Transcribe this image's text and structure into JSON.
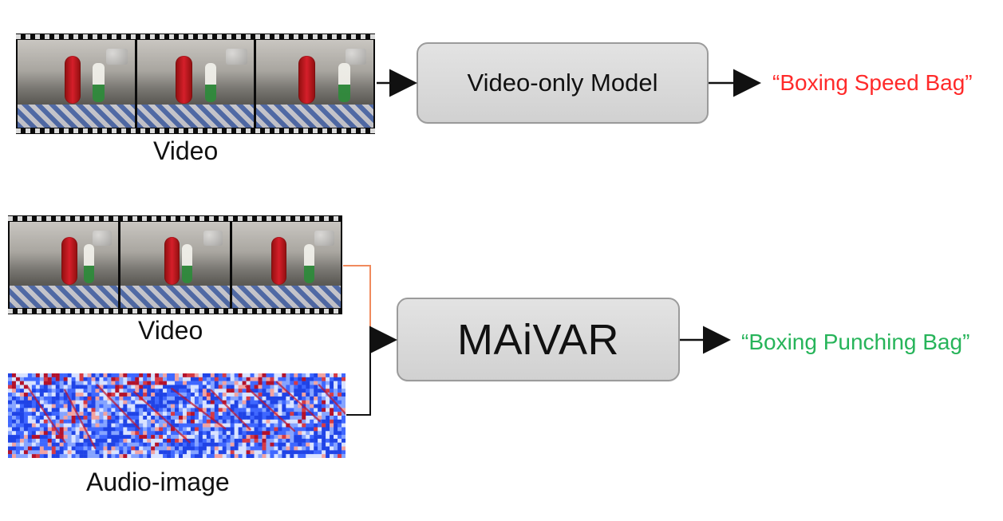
{
  "top": {
    "video_label": "Video",
    "model_label": "Video-only Model",
    "prediction": "“Boxing Speed Bag”"
  },
  "bottom": {
    "video_label": "Video",
    "audio_label": "Audio-image",
    "model_label": "MAiVAR",
    "prediction": "“Boxing Punching Bag”"
  },
  "colors": {
    "prediction_wrong": "#ff2a2a",
    "prediction_right": "#27b45a",
    "box_border": "#9b9b9b",
    "box_fill_top": "#e3e3e3",
    "box_fill_bottom": "#d1d1d1",
    "connector_orange": "#f08a5d",
    "connector_black": "#111111"
  },
  "icons": {
    "video": "film-strip",
    "audio": "spectrogram-image"
  }
}
